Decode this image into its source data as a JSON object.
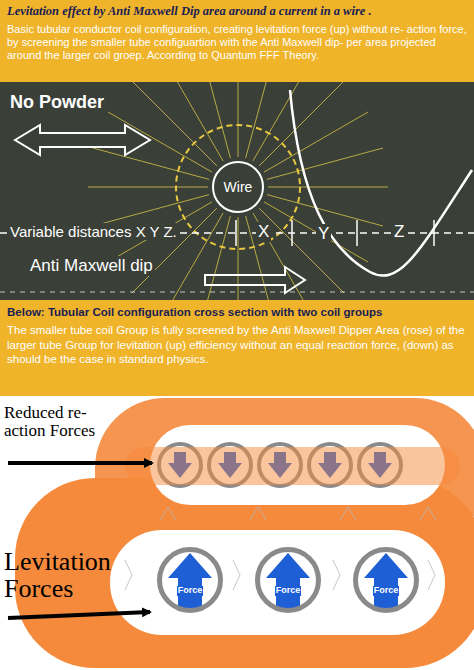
{
  "diagram": {
    "nodes": [
      {
        "text": [
          "Levitation effect by Anti Maxwell Dip area around a current in a wire .",
          "Basic tubular conductor coil configuration, creating levitation force (up) without re- action force, by screening the smaller tube configuartion with the Anti Maxwell dip- per area projected around the larger coil groep. According to Quantum FFF Theory."
        ]
      },
      {
        "text": [
          "Wire"
        ]
      },
      {
        "text": [
          "Below: Tubular Coil configuration cross section with two coil groups",
          "The smaller tube coil Group is fully screened by the Anti Maxwell Dipper Area (rose) of the larger tube Group for levitation (up) efficiency without an equal reaction force, (down) as should be the case in standard physics."
        ]
      },
      {
        "text": [
          "Force"
        ]
      },
      {
        "text": [
          "Force"
        ]
      },
      {
        "text": [
          "Force"
        ]
      }
    ],
    "labels": [
      "No Powder",
      "Variable distances X Y Z.",
      "X",
      "Y",
      "Z",
      "Anti Maxwell dip",
      "Reduced re- action Forces",
      "Levitation Forces"
    ]
  }
}
